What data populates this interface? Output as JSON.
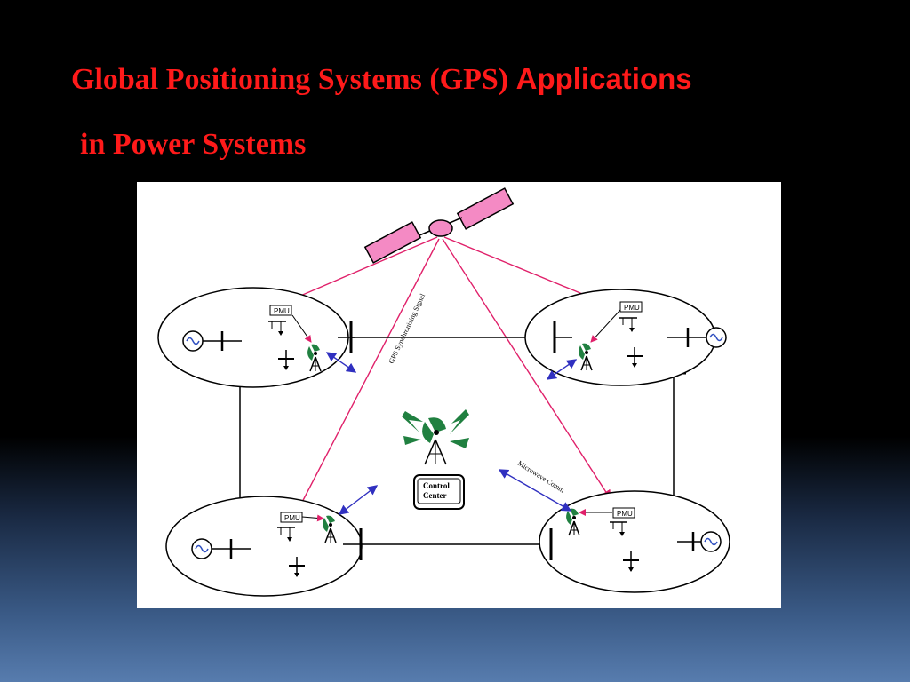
{
  "slide": {
    "title_part1": "Global Positioning Systems (GPS)",
    "title_part2": "Applications",
    "title_line2": "in Power Systems"
  },
  "diagram": {
    "pmu_label": "PMU",
    "control_center_line1": "Control",
    "control_center_line2": "Center",
    "gps_signal_label": "GPS Synchronizing Signal",
    "microwave_label": "Microwave Comm"
  },
  "colors": {
    "title": "#ff1a1a",
    "gps_signal_arrows": "#e0206a",
    "microwave_arrows": "#3030c0",
    "satellite": "#f080c0",
    "antenna": "#208040"
  }
}
